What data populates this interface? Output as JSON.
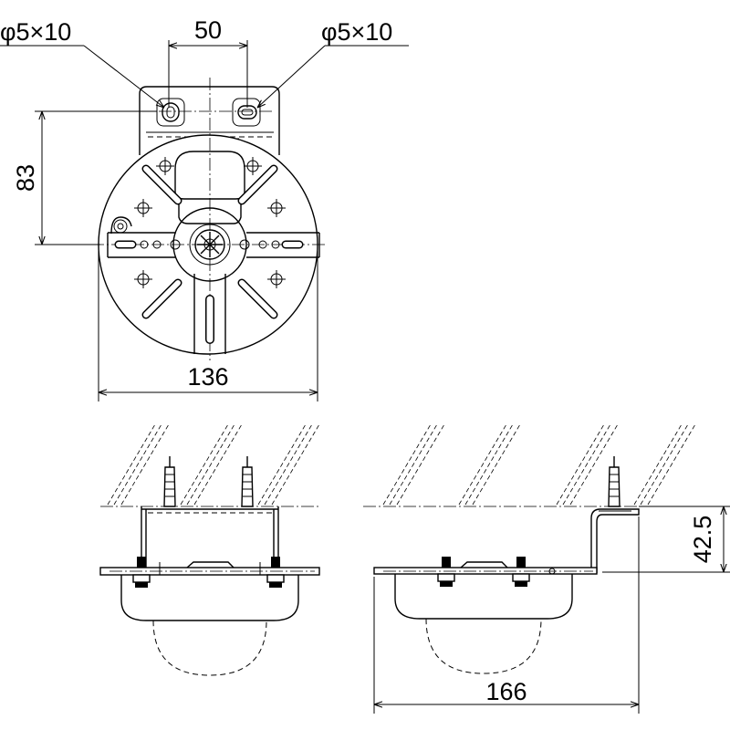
{
  "dimensions": {
    "hole_left": "φ5×10",
    "hole_right": "φ5×10",
    "hole_spacing": "50",
    "height": "83",
    "width": "136",
    "ceiling_offset": "42.5",
    "total_length": "166"
  }
}
